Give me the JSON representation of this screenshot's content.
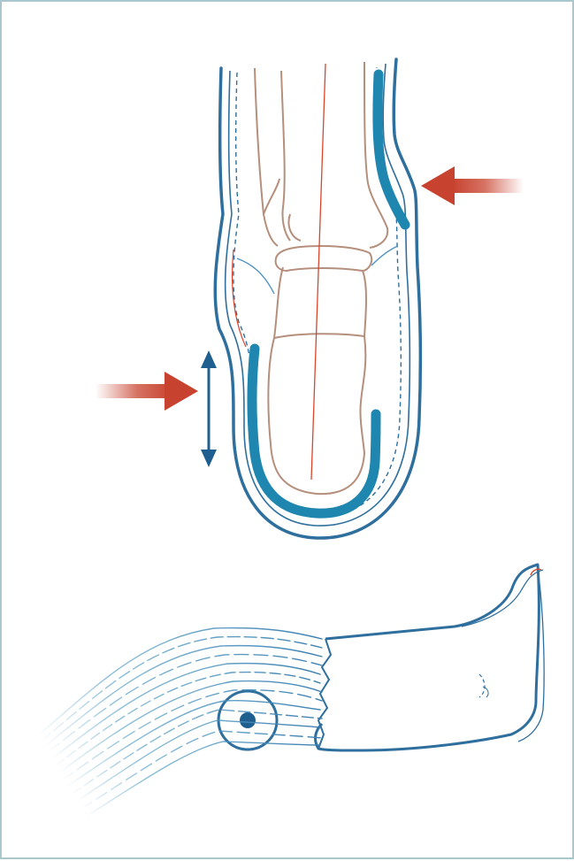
{
  "figure": {
    "panels": [
      "ankle-cross-section",
      "leg-bandage"
    ],
    "colors": {
      "outline_blue": "#2f6f9e",
      "pad_blue": "#1f86b0",
      "bone_outline": "#b58f7c",
      "ligament_blue": "#4a8fbf",
      "midline_red": "#d9452b",
      "arrow_red": "#c8432f",
      "frame": "#a9c7cc"
    },
    "icons": [
      "pressure-arrow-right",
      "pressure-arrow-left",
      "double-headed-arrow",
      "roller"
    ]
  }
}
